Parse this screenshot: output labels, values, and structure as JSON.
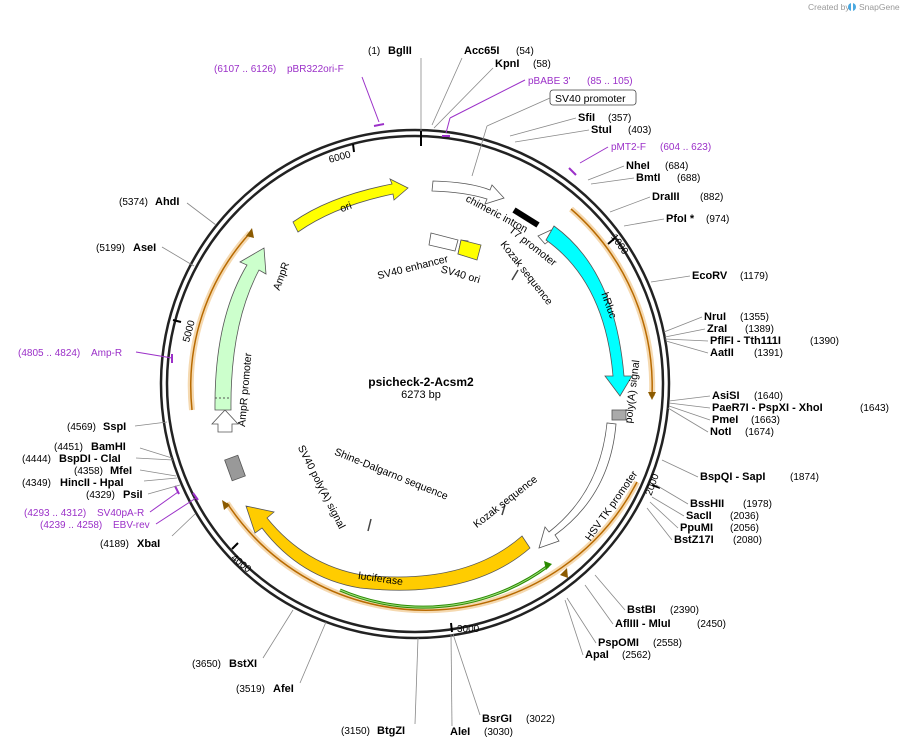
{
  "credit": {
    "text": "Created by",
    "brand": "SnapGene"
  },
  "plasmid": {
    "name": "psicheck-2-Acsm2",
    "length": "6273 bp",
    "total_bp": 6273
  },
  "ticks": [
    "1000",
    "2000",
    "3000",
    "4000",
    "5000",
    "6000"
  ],
  "sites": [
    {
      "name": "BglII",
      "pos": "(1)"
    },
    {
      "name": "Acc65I",
      "pos": "(54)"
    },
    {
      "name": "KpnI",
      "pos": "(58)"
    },
    {
      "name": "SfiI",
      "pos": "(357)"
    },
    {
      "name": "StuI",
      "pos": "(403)"
    },
    {
      "name": "NheI",
      "pos": "(684)"
    },
    {
      "name": "BmtI",
      "pos": "(688)"
    },
    {
      "name": "DraIII",
      "pos": "(882)"
    },
    {
      "name": "PfoI *",
      "pos": "(974)"
    },
    {
      "name": "EcoRV",
      "pos": "(1179)"
    },
    {
      "name": "NruI",
      "pos": "(1355)"
    },
    {
      "name": "ZraI",
      "pos": "(1389)"
    },
    {
      "name": "PflFI - Tth111I",
      "pos": "(1390)"
    },
    {
      "name": "AatII",
      "pos": "(1391)"
    },
    {
      "name": "AsiSI",
      "pos": "(1640)"
    },
    {
      "name": "PaeR7I - PspXI - XhoI",
      "pos": "(1643)"
    },
    {
      "name": "PmeI",
      "pos": "(1663)"
    },
    {
      "name": "NotI",
      "pos": "(1674)"
    },
    {
      "name": "BspQI - SapI",
      "pos": "(1874)"
    },
    {
      "name": "BssHII",
      "pos": "(1978)"
    },
    {
      "name": "SacII",
      "pos": "(2036)"
    },
    {
      "name": "PpuMI",
      "pos": "(2056)"
    },
    {
      "name": "BstZ17I",
      "pos": "(2080)"
    },
    {
      "name": "BstBI",
      "pos": "(2390)"
    },
    {
      "name": "AflIII - MluI",
      "pos": "(2450)"
    },
    {
      "name": "PspOMI",
      "pos": "(2558)"
    },
    {
      "name": "ApaI",
      "pos": "(2562)"
    },
    {
      "name": "BsrGI",
      "pos": "(3022)"
    },
    {
      "name": "AleI",
      "pos": "(3030)"
    },
    {
      "name": "BtgZI",
      "pos": "(3150)"
    },
    {
      "name": "AfeI",
      "pos": "(3519)"
    },
    {
      "name": "BstXI",
      "pos": "(3650)"
    },
    {
      "name": "XbaI",
      "pos": "(4189)"
    },
    {
      "name": "PsiI",
      "pos": "(4329)"
    },
    {
      "name": "HincII - HpaI",
      "pos": "(4349)"
    },
    {
      "name": "MfeI",
      "pos": "(4358)"
    },
    {
      "name": "BspDI - ClaI",
      "pos": "(4444)"
    },
    {
      "name": "BamHI",
      "pos": "(4451)"
    },
    {
      "name": "SspI",
      "pos": "(4569)"
    },
    {
      "name": "AseI",
      "pos": "(5199)"
    },
    {
      "name": "AhdI",
      "pos": "(5374)"
    }
  ],
  "primers": [
    {
      "name": "pBR322ori-F",
      "range": "(6107 .. 6126)"
    },
    {
      "name": "pBABE 3'",
      "range": "(85 .. 105)"
    },
    {
      "name": "pMT2-F",
      "range": "(604 .. 623)"
    },
    {
      "name": "Amp-R",
      "range": "(4805 .. 4824)"
    },
    {
      "name": "SV40pA-R",
      "range": "(4293 .. 4312)"
    },
    {
      "name": "EBV-rev",
      "range": "(4239 .. 4258)"
    }
  ],
  "features": {
    "sv40_promoter": "SV40 promoter",
    "chimeric_intron": "chimeric intron",
    "t7_promoter": "T7 promoter",
    "hrluc": "hRluc",
    "polya_signal": "poly(A) signal",
    "hsv_tk_promoter": "HSV TK promoter",
    "kozak_1": "Kozak sequence",
    "kozak_2": "Kozak sequence",
    "sv40_enhancer": "SV40 enhancer",
    "sv40_ori": "SV40 ori",
    "shine_dalgarno": "Shine-Dalgarno sequence",
    "luciferase": "luciferase",
    "sv40_polya": "SV40 poly(A) signal",
    "ampr_promoter": "AmpR promoter",
    "ampr": "AmpR",
    "ori": "ori"
  },
  "colors": {
    "ori": "#ffff00",
    "hrluc": "#00ffff",
    "luciferase": "#ffcc00",
    "ampr": "#ccffcc",
    "orf": "#f0a93a",
    "primer": "#9b30c8"
  }
}
